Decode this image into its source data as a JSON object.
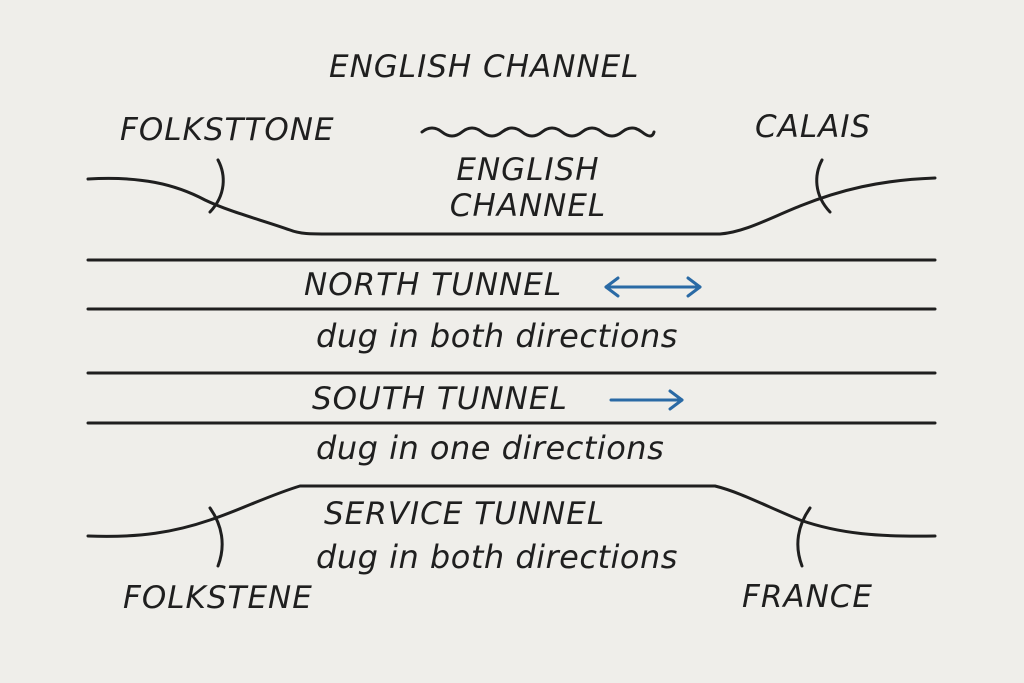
{
  "title": "ENGLISH CHANNEL",
  "labels": {
    "top_left_town": "FOLKSTTONE",
    "top_right_town": "CALAIS",
    "channel_line1": "ENGLISH",
    "channel_line2": "CHANNEL",
    "bottom_left_town": "FOLKSTENE",
    "bottom_right_town": "FRANCE"
  },
  "tunnels": [
    {
      "name": "NORTH TUNNEL",
      "note": "dug in both directions",
      "arrow": "bidirectional"
    },
    {
      "name": "SOUTH TUNNEL",
      "note": "dug in one directions",
      "arrow": "right"
    },
    {
      "name": "SERVICE TUNNEL",
      "note": "dug in both directions",
      "arrow": "none"
    }
  ],
  "colors": {
    "background": "#efeeea",
    "ink": "#1f1f1f",
    "arrow": "#2a6aa5"
  }
}
